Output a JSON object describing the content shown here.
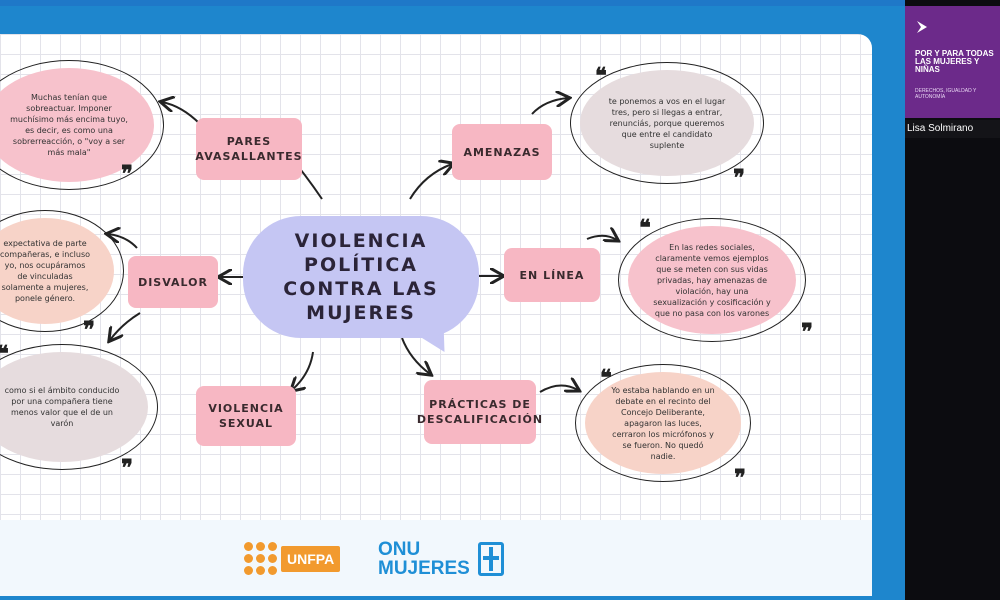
{
  "diagram": {
    "center_title": "VIOLENCIA POLÍTICA CONTRA LAS MUJERES",
    "categories": {
      "pares": "PARES AVASALLANTES",
      "amenazas": "AMENAZAS",
      "disvalor": "DISVALOR",
      "linea": "EN LÍNEA",
      "sexual": "VIOLENCIA SEXUAL",
      "practicas": "PRÁCTICAS DE DESCALIFICACIÓN"
    },
    "quotes": {
      "pares": "Muchas tenían que sobreactuar. Imponer muchísimo más encima tuyo, es decir, es como una sobrerreacción, o \"voy a ser más mala\"",
      "amenazas": "te ponemos a vos en el lugar tres, pero si llegas a entrar, renunciás, porque queremos que entre el candidato suplente",
      "disvalor": "expectativa de parte compañeras, e incluso yo, nos ocupáramos de vinculadas solamente a mujeres, ponele género.",
      "linea": "En las redes sociales, claramente vemos ejemplos que se meten con sus vidas privadas, hay amenazas de violación, hay una sexualización y cosificación y que no pasa con los varones",
      "sexual": "como si el ámbito conducido por una compañera tiene menos valor que el de un varón",
      "practicas": "Yo estaba hablando en un debate en el recinto del Concejo Deliberante, apagaron las luces, cerraron los micrófonos y se fueron. No quedó nadie."
    },
    "quote_open": "❝",
    "quote_close": "❞"
  },
  "footer": {
    "unfpa_label": "UNFPA",
    "onu_line1": "ONU",
    "onu_line2": "MUJERES"
  },
  "banner": {
    "title": "POR Y PARA TODAS LAS MUJERES Y NIÑAS",
    "subtitle": "DERECHOS, IGUALDAD Y AUTONOMÍA"
  },
  "speaker": {
    "name": "Lisa Solmirano"
  },
  "colors": {
    "accent_blue": "#1e86cd",
    "box_pink": "#f7b7c3",
    "center_lilac": "#c5c6f3",
    "banner_purple": "#6c2a8a"
  }
}
